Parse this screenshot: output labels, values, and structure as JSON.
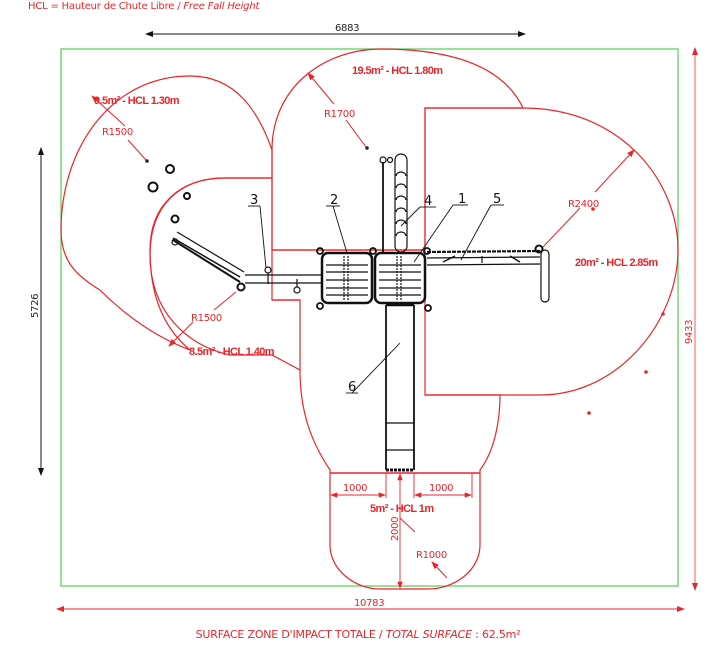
{
  "legend_note": {
    "prefix": "HCL = Hauteur de Chute Libre / ",
    "italic": "Free Fall Height"
  },
  "dimensions": {
    "top_width": "6883",
    "left_height": "5726",
    "right_height": "9433",
    "bottom_width": "10783",
    "slide_left_offset": "1000",
    "slide_right_offset": "1000",
    "slide_depth": "2000"
  },
  "zones": [
    {
      "id": "swing",
      "label": "9.5m² - HCL 1.30m",
      "radius": "R1500"
    },
    {
      "id": "top",
      "label": "19.5m² - HCL 1.80m",
      "radius": "R1700"
    },
    {
      "id": "right",
      "label": "20m² - HCL 2.85m",
      "radius": "R2400"
    },
    {
      "id": "left",
      "label": "8.5m² - HCL 1.40m",
      "radius": "R1500"
    },
    {
      "id": "bottom",
      "label": "5m² - HCL 1m",
      "radius": "R1000"
    }
  ],
  "part_numbers": [
    "1",
    "2",
    "3",
    "4",
    "5",
    "6"
  ],
  "total_surface": {
    "prefix": "SURFACE ZONE D'IMPACT TOTALE / ",
    "italic": "TOTAL SURFACE",
    "suffix": " : 62.5m²"
  },
  "colors": {
    "zone_line": "#e8252b",
    "boundary_line": "#5fd35f",
    "equipment_line": "#111111"
  }
}
